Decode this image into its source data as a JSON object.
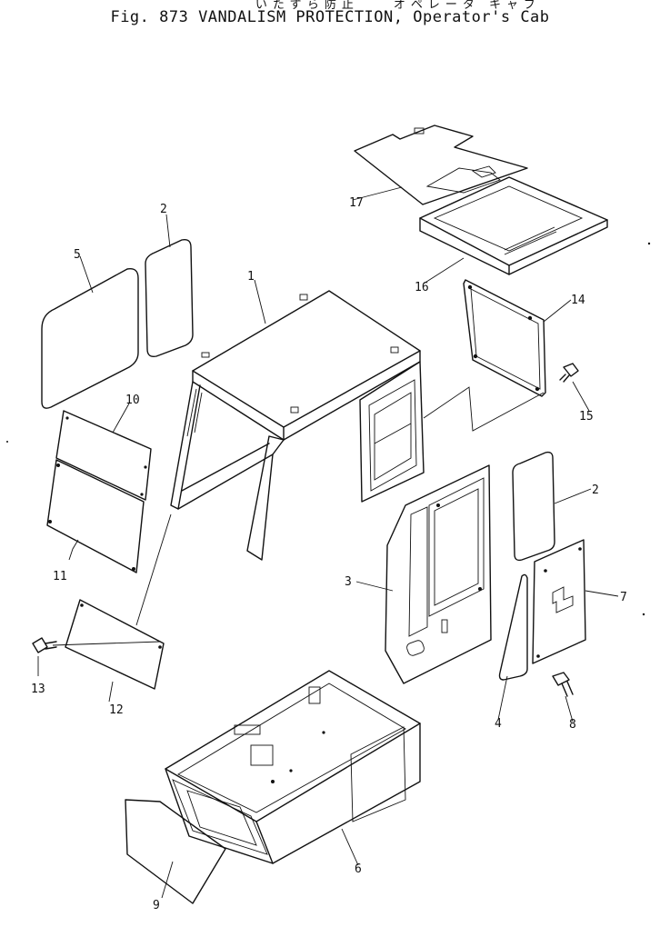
{
  "figure": {
    "japanese_title": "いたずら防止　　オペレータ キャブ",
    "title": "Fig. 873   VANDALISM PROTECTION, Operator's Cab"
  },
  "callouts": [
    {
      "id": "c1",
      "label": "1"
    },
    {
      "id": "c2a",
      "label": "2"
    },
    {
      "id": "c2b",
      "label": "2"
    },
    {
      "id": "c3",
      "label": "3"
    },
    {
      "id": "c4",
      "label": "4"
    },
    {
      "id": "c5",
      "label": "5"
    },
    {
      "id": "c6",
      "label": "6"
    },
    {
      "id": "c7",
      "label": "7"
    },
    {
      "id": "c8",
      "label": "8"
    },
    {
      "id": "c9",
      "label": "9"
    },
    {
      "id": "c10",
      "label": "10"
    },
    {
      "id": "c11",
      "label": "11"
    },
    {
      "id": "c12",
      "label": "12"
    },
    {
      "id": "c13",
      "label": "13"
    },
    {
      "id": "c14",
      "label": "14"
    },
    {
      "id": "c15",
      "label": "15"
    },
    {
      "id": "c16",
      "label": "16"
    },
    {
      "id": "c17",
      "label": "17"
    }
  ]
}
